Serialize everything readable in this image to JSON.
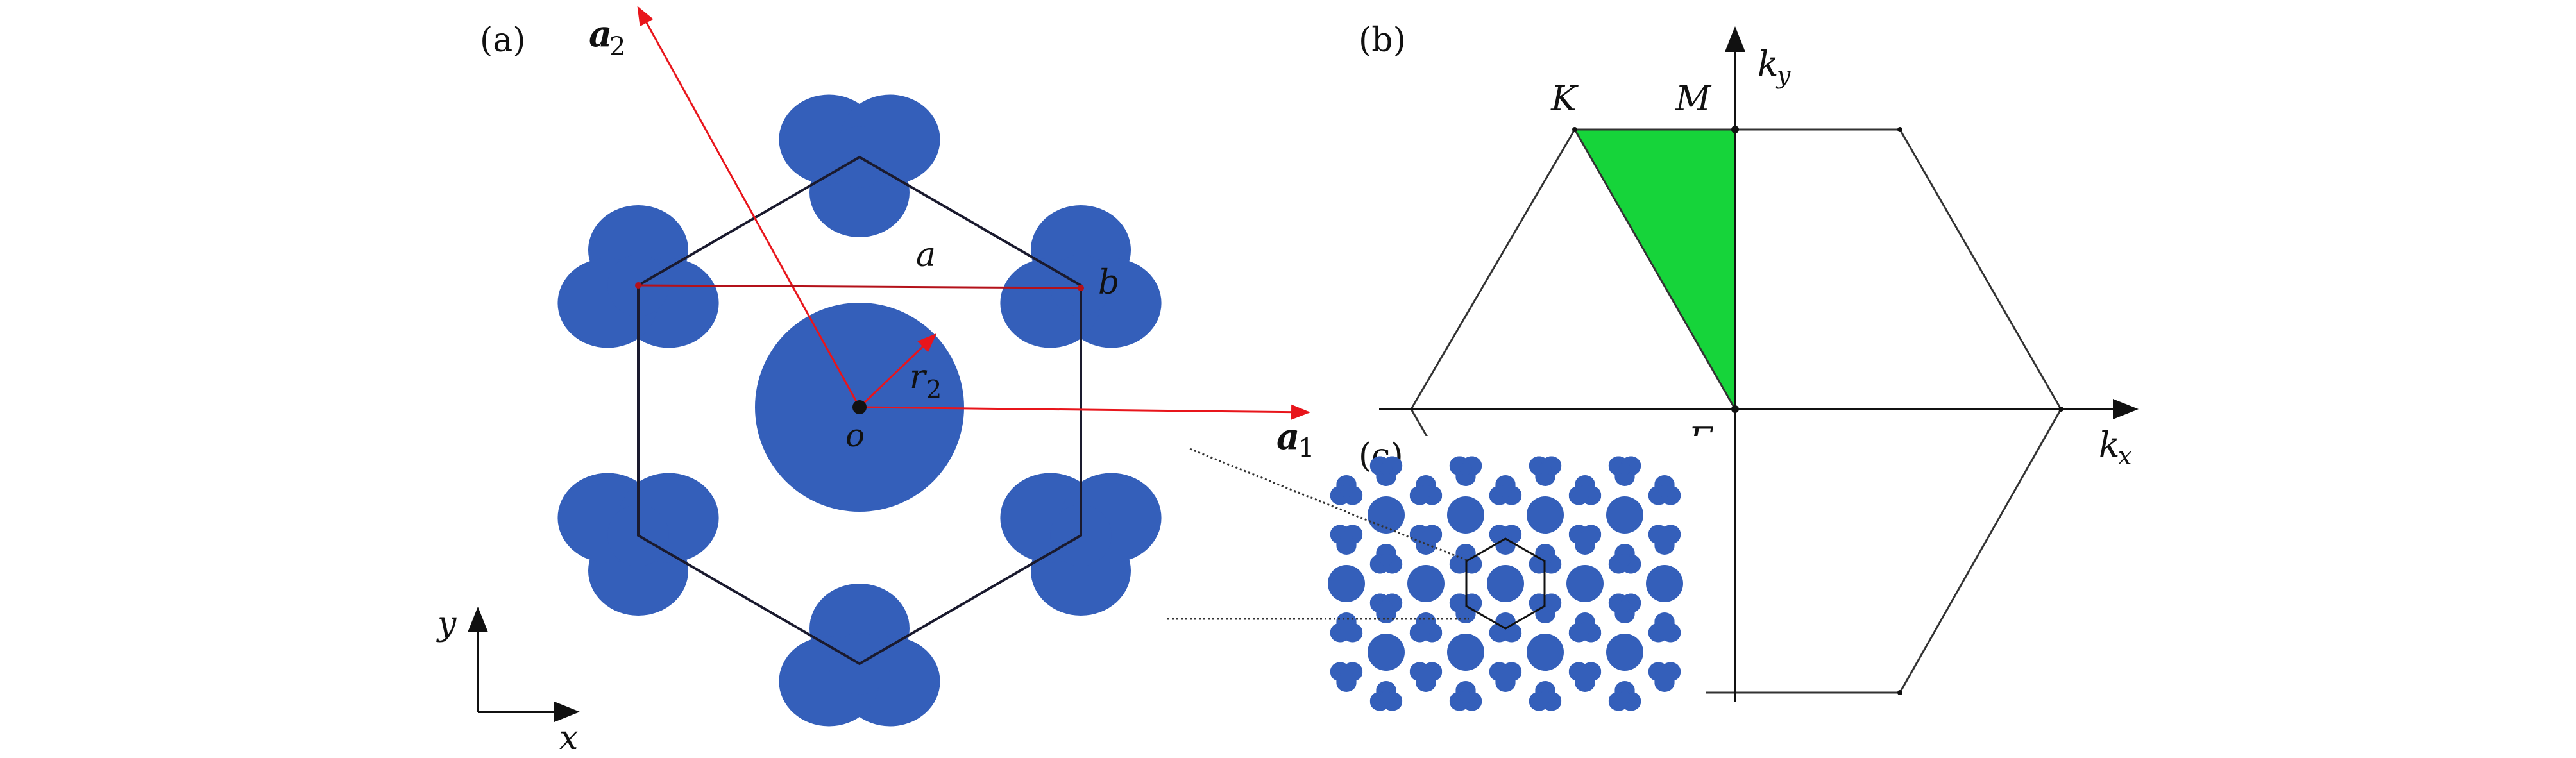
{
  "figure_a": {
    "panel_label": "(a)",
    "labels": {
      "a2": "a",
      "a2_sub": "2",
      "a1": "a",
      "a1_sub": "1",
      "a": "a",
      "b": "b",
      "r2": "r",
      "r2_sub": "2",
      "origin": "o",
      "x": "x",
      "y": "y"
    },
    "colors": {
      "scatterer": "#345fba",
      "vector": "#e8151b",
      "hexagon": "#1a1a2e"
    }
  },
  "figure_b": {
    "panel_label": "(b)",
    "labels": {
      "K": "K",
      "M": "M",
      "Gamma": "Γ",
      "kx": "k",
      "kx_sub": "x",
      "ky": "k",
      "ky_sub": "y"
    },
    "colors": {
      "irreducible_zone": "#16d43a",
      "brillouin_zone": "#333333"
    }
  },
  "figure_c": {
    "panel_label": "(c)",
    "colors": {
      "scatterer": "#345fba"
    }
  }
}
